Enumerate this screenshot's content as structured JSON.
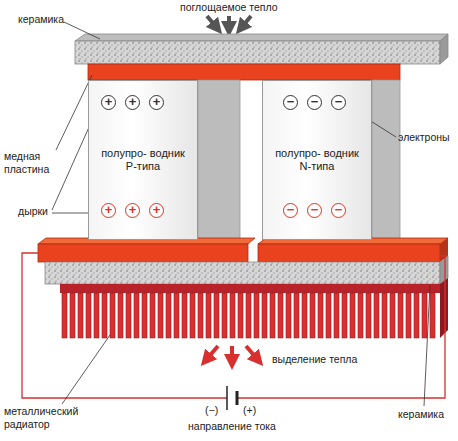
{
  "diagram": {
    "nodes": [
      {
        "text": [
          "полупро- водник P-типа"
        ]
      },
      {
        "text": [
          "полупро- водник N-типа"
        ]
      }
    ],
    "labels": [
      "поглощаемое тепло",
      "керамика",
      "медная пластина",
      "дырки",
      "электроны",
      "выделение тепла",
      "металлический радиатор",
      "(−)",
      "(+)",
      "направление тока",
      "керамика",
      "+",
      "+",
      "+",
      "+",
      "+",
      "+",
      "−",
      "−",
      "−",
      "−",
      "−",
      "−"
    ]
  }
}
